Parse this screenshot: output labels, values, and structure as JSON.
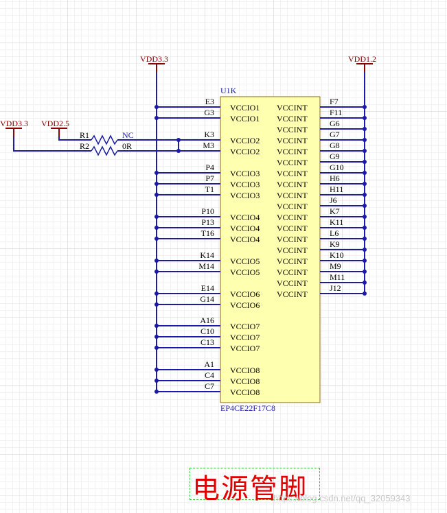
{
  "power_ports": {
    "vdd33_top": "VDD3.3",
    "vdd12": "VDD1.2",
    "vdd33_left": "VDD3.3",
    "vdd25": "VDD2.5"
  },
  "resistors": {
    "r1": {
      "designator": "R1",
      "value": "NC"
    },
    "r2": {
      "designator": "R2",
      "value": "0R"
    }
  },
  "component": {
    "designator": "U1K",
    "part": "EP4CE22F17C8",
    "left_pins": [
      {
        "num": "E3",
        "name": "VCCIO1"
      },
      {
        "num": "G3",
        "name": "VCCIO1"
      },
      {
        "num": "K3",
        "name": "VCCIO2"
      },
      {
        "num": "M3",
        "name": "VCCIO2"
      },
      {
        "num": "P4",
        "name": "VCCIO3"
      },
      {
        "num": "P7",
        "name": "VCCIO3"
      },
      {
        "num": "T1",
        "name": "VCCIO3"
      },
      {
        "num": "P10",
        "name": "VCCIO4"
      },
      {
        "num": "P13",
        "name": "VCCIO4"
      },
      {
        "num": "T16",
        "name": "VCCIO4"
      },
      {
        "num": "K14",
        "name": "VCCIO5"
      },
      {
        "num": "M14",
        "name": "VCCIO5"
      },
      {
        "num": "E14",
        "name": "VCCIO6"
      },
      {
        "num": "G14",
        "name": "VCCIO6"
      },
      {
        "num": "A16",
        "name": "VCCIO7"
      },
      {
        "num": "C10",
        "name": "VCCIO7"
      },
      {
        "num": "C13",
        "name": "VCCIO7"
      },
      {
        "num": "A1",
        "name": "VCCIO8"
      },
      {
        "num": "C4",
        "name": "VCCIO8"
      },
      {
        "num": "C7",
        "name": "VCCIO8"
      }
    ],
    "right_pins": [
      {
        "num": "F7",
        "name": "VCCINT"
      },
      {
        "num": "F11",
        "name": "VCCINT"
      },
      {
        "num": "G6",
        "name": "VCCINT"
      },
      {
        "num": "G7",
        "name": "VCCINT"
      },
      {
        "num": "G8",
        "name": "VCCINT"
      },
      {
        "num": "G9",
        "name": "VCCINT"
      },
      {
        "num": "G10",
        "name": "VCCINT"
      },
      {
        "num": "H6",
        "name": "VCCINT"
      },
      {
        "num": "H11",
        "name": "VCCINT"
      },
      {
        "num": "J6",
        "name": "VCCINT"
      },
      {
        "num": "K7",
        "name": "VCCINT"
      },
      {
        "num": "K11",
        "name": "VCCINT"
      },
      {
        "num": "L6",
        "name": "VCCINT"
      },
      {
        "num": "K9",
        "name": "VCCINT"
      },
      {
        "num": "K10",
        "name": "VCCINT"
      },
      {
        "num": "M9",
        "name": "VCCINT"
      },
      {
        "num": "M11",
        "name": "VCCINT"
      },
      {
        "num": "J12",
        "name": "VCCINT"
      }
    ]
  },
  "title": "电源管脚",
  "watermark": "https://blog.csdn.net/qq_32059343",
  "colors": {
    "wire": "#1a1aa6",
    "power": "#8b0000",
    "body_fill": "#ffffb0",
    "title": "#e00000"
  }
}
